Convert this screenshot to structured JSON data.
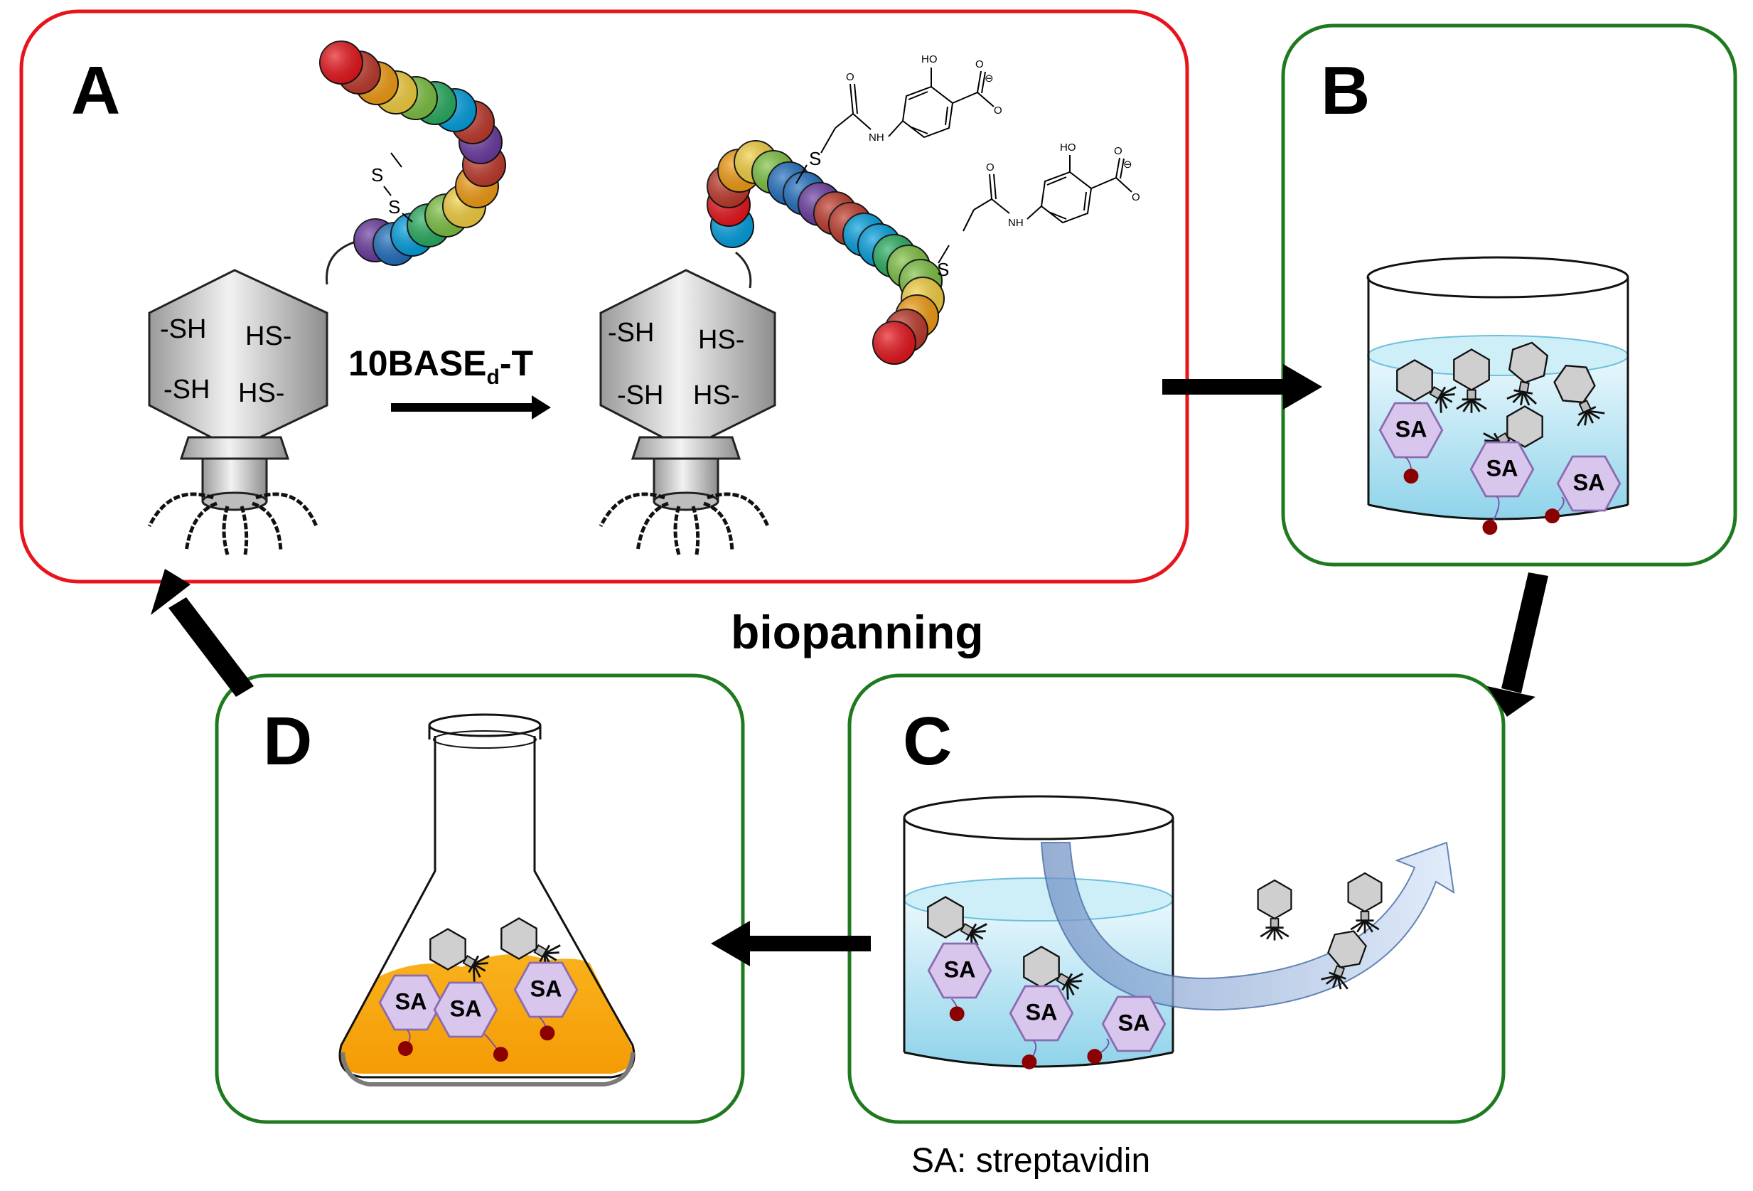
{
  "panels": {
    "a": {
      "letter": "A",
      "border_color": "#e8141b"
    },
    "b": {
      "letter": "B",
      "border_color": "#1f7a1f"
    },
    "c": {
      "letter": "C",
      "border_color": "#1f7a1f"
    },
    "d": {
      "letter": "D",
      "border_color": "#1f7a1f"
    }
  },
  "phage_thiol_labels": [
    "-SH",
    "HS-",
    "-SH",
    "HS-"
  ],
  "reaction": {
    "prefix": "10BASE",
    "subscript": "d",
    "suffix": "-T"
  },
  "disulfide_atoms": [
    "S",
    "S"
  ],
  "chem": {
    "sulfur": "S",
    "carbonyl_o": "O",
    "amide_nh": "NH",
    "hydroxyl": "HO",
    "carboxylate_o": "O",
    "charge": "⊖"
  },
  "sa_label": "SA",
  "cycle_label": "biopanning",
  "legend": "SA: streptavidin",
  "colors": {
    "water_top": "#e9f8fd",
    "water_bottom": "#8fd3ea",
    "culture_medium": "#f7a90a",
    "sa_fill": "#d9c6ec",
    "sa_stroke": "#8b6bb0",
    "biotin": "#8b0000",
    "phage_fill": "#cfcfcf",
    "arrow": "#000000",
    "peptide_beads": [
      "#e8141b",
      "#c0392b",
      "#f39c12",
      "#f4d03f",
      "#7dc242",
      "#27ae60",
      "#00a0e0",
      "#1f6fc0",
      "#6a3aa0",
      "#c0392b"
    ]
  }
}
